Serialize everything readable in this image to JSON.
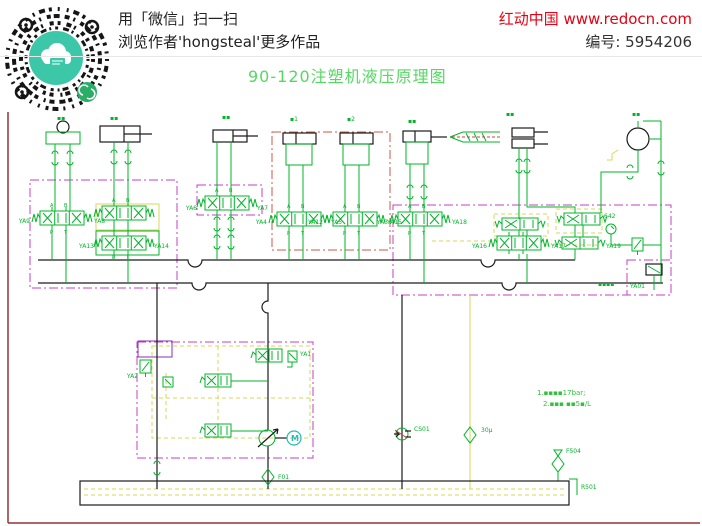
{
  "header": {
    "scan_line": "用「微信」扫一扫",
    "author_line": "浏览作者'hongsteal'更多作品",
    "site": "红动中国 www.redocn.com",
    "serial": "编号: 5954206"
  },
  "diagram": {
    "title": "90-120注塑机液压原理图",
    "notes": {
      "n1": "1.▪▪▪▪17bar;",
      "n2": "2.▪▪▪ ▪▪5▪/L"
    },
    "ports": {
      "a": "A",
      "b": "B",
      "p": "P",
      "t": "T"
    },
    "valves": [
      {
        "l": "YA9",
        "r": "YA8"
      },
      {
        "l": "",
        "r": ""
      },
      {
        "l": "YA13",
        "r": "YA14"
      },
      {
        "l": "YA6",
        "r": "YA7"
      },
      {
        "l": "YA4",
        "r": "YA5"
      },
      {
        "l": "YA12",
        "r": "YA15"
      },
      {
        "l": "YA3",
        "r": "YA18"
      },
      {
        "l": "YA16",
        "r": "YA17"
      },
      {
        "l": "",
        "r": "YA19"
      }
    ],
    "labels": {
      "ya01": "YA01",
      "ya1": "YA1",
      "ya2": "YA2",
      "cs01": "CS01",
      "f01": "F01",
      "f02": "30μ",
      "f504": "F504",
      "r501": "R501",
      "g642": "642",
      "m": "M",
      "misc": "▪▪▪▪"
    },
    "actuator_labels": [
      {
        "label": "▪▪"
      },
      {
        "label": "▪▪"
      },
      {
        "label": "▪▪"
      },
      {
        "label": "▪1"
      },
      {
        "label": "▪2"
      },
      {
        "label": "▪▪"
      },
      {
        "label": "▪▪"
      },
      {
        "label": "▪▪"
      }
    ]
  }
}
